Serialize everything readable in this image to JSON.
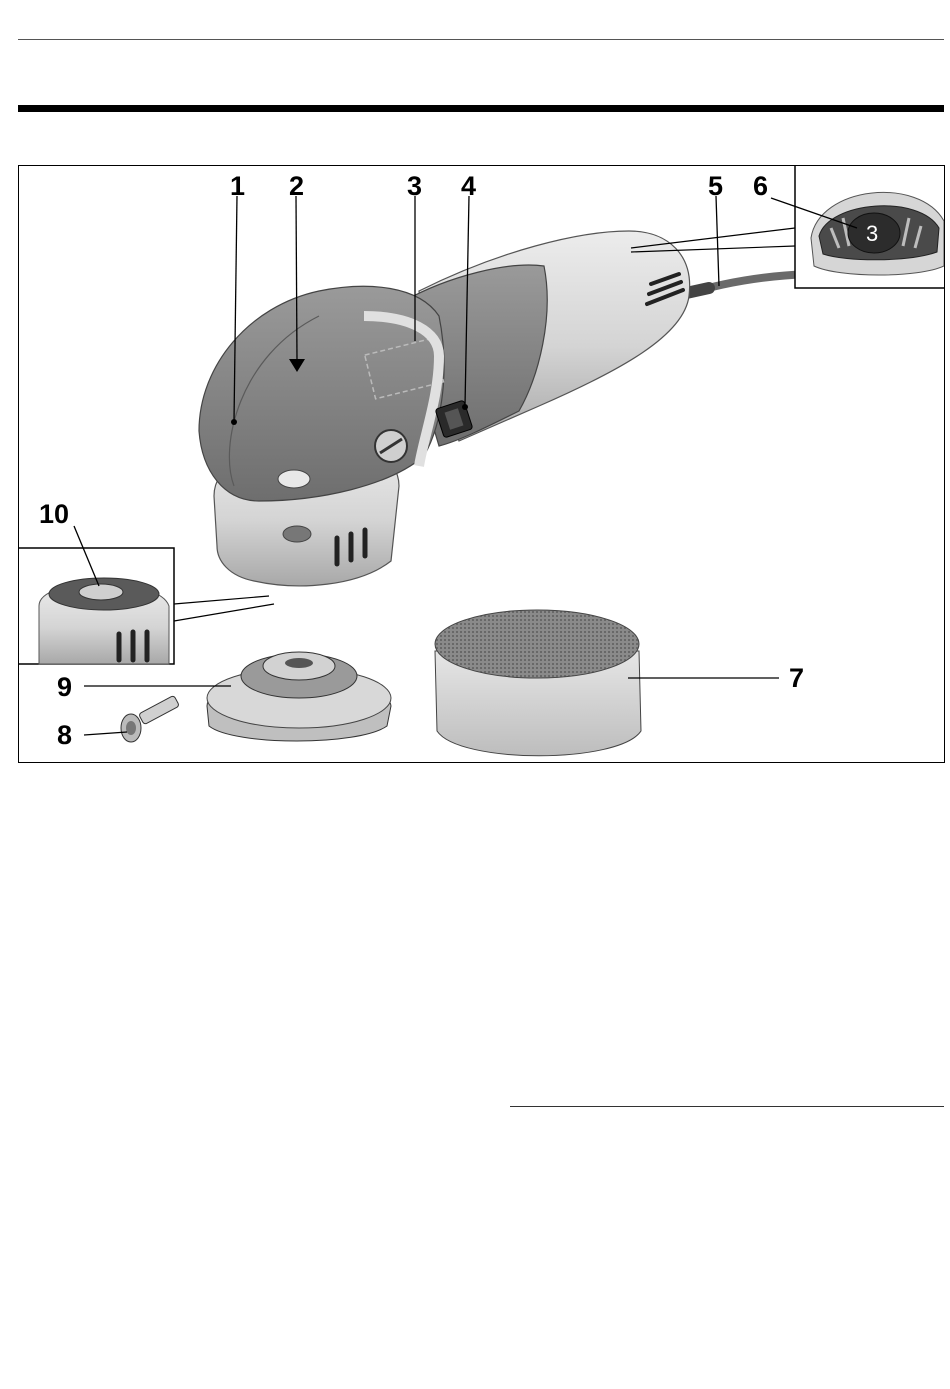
{
  "figure": {
    "callouts": [
      {
        "id": "1",
        "label": "1"
      },
      {
        "id": "2",
        "label": "2"
      },
      {
        "id": "3",
        "label": "3"
      },
      {
        "id": "4",
        "label": "4"
      },
      {
        "id": "5",
        "label": "5"
      },
      {
        "id": "6",
        "label": "6"
      },
      {
        "id": "7",
        "label": "7"
      },
      {
        "id": "8",
        "label": "8"
      },
      {
        "id": "9",
        "label": "9"
      },
      {
        "id": "10",
        "label": "10"
      }
    ],
    "speed_dial_value": "3"
  }
}
